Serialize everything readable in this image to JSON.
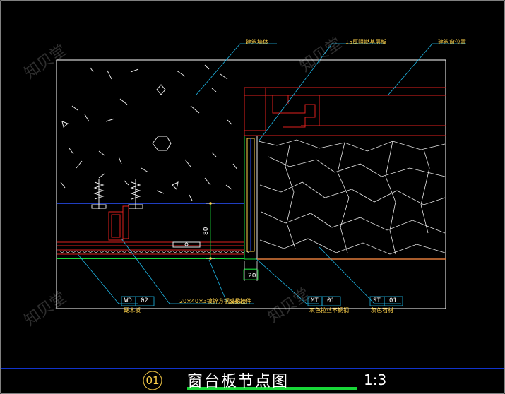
{
  "labels": {
    "wall": "建筑墙体",
    "board15": "15厚阻燃基层板",
    "window_pos": "建筑窗位置",
    "wood_floor": "硬木板",
    "steel": "20×40×3镀锌方钢@600",
    "hanger": "成品挂件",
    "metal": "灰色拉丝不锈钢",
    "stone": "灰色石材"
  },
  "tags": {
    "wd_code": "WD",
    "wd_num": "02",
    "mt_code": "MT",
    "mt_num": "01",
    "st_code": "ST",
    "st_num": "01"
  },
  "dims": {
    "d80": "80",
    "d20": "20"
  },
  "title": {
    "number": "01",
    "name": "窗台板节点图",
    "scale": "1:3"
  },
  "watermark": "知贝堂",
  "colors": {
    "background": "#000000",
    "frame": "#ffffff",
    "red": "#e0201e",
    "cyan": "#1fb8e8",
    "blue": "#2a52ff",
    "green": "#18d838",
    "yellow": "#ffd24a",
    "orange": "#e07a3a",
    "title_bar": "#1133cc"
  }
}
